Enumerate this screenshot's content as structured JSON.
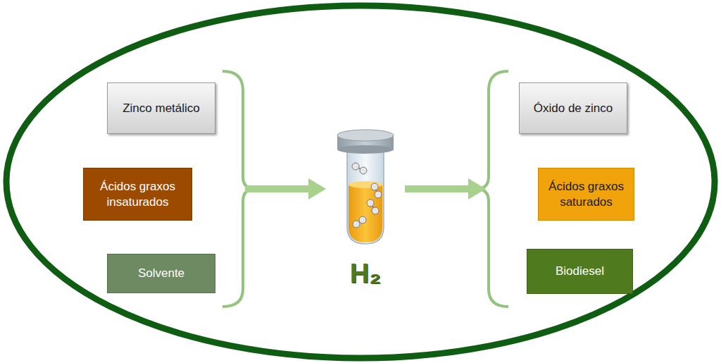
{
  "diagram": {
    "nodes": [
      {
        "text": [
          "Zinco metálico"
        ]
      },
      {
        "text": [
          "Ácidos graxos insaturados"
        ]
      },
      {
        "text": [
          "Solvente"
        ]
      },
      {
        "text": [
          "Óxido de zinco"
        ]
      },
      {
        "text": [
          "Ácidos graxos saturados"
        ]
      },
      {
        "text": [
          "Biodiesel"
        ]
      }
    ],
    "labels": [
      "H₂"
    ]
  }
}
